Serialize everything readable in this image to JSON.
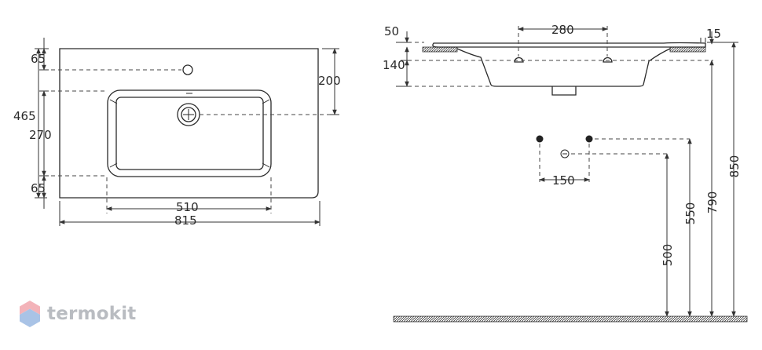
{
  "brand": {
    "name": "termokit",
    "logo_icon": "hexagon-logo-icon",
    "logo_colors": [
      "#f3b3b9",
      "#a9c3e6"
    ],
    "text_color": "#b9bcc1"
  },
  "top_view": {
    "dims_left": {
      "total": "465",
      "top_gap": "65",
      "bowl_depth": "270",
      "bottom_gap": "65"
    },
    "dim_right": "200",
    "dim_bowl_width": "510",
    "dim_total_width": "815"
  },
  "side_view": {
    "dim_rim": "50",
    "dim_bowl": "140",
    "dim_tap_spacing": "280",
    "dim_edge": "15",
    "dim_mount_spacing": "150",
    "heights": [
      "500",
      "550",
      "790",
      "850"
    ]
  }
}
